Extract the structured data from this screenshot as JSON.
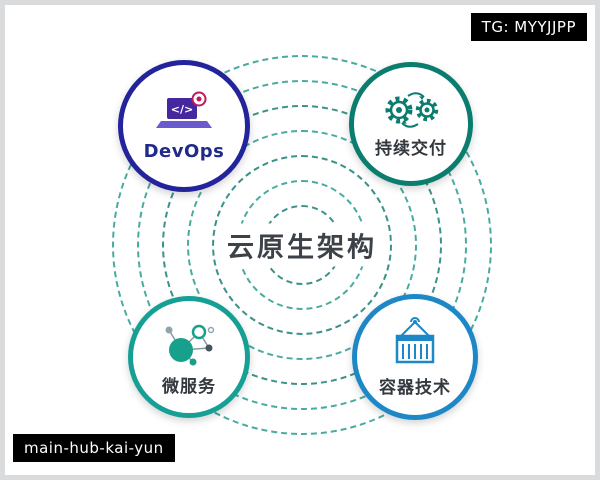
{
  "frame": {
    "background": "#ffffff",
    "border_color": "#d9dbdd"
  },
  "tags": {
    "top_right": "TG: MYYJJPP",
    "bottom_left": "main-hub-kai-yun"
  },
  "center": {
    "title": "云原生架构"
  },
  "nodes": {
    "devops": {
      "label": "DevOps",
      "ring_color": "#23239b",
      "icon": "laptop-code-icon"
    },
    "continuous": {
      "label": "持续交付",
      "ring_color": "#0b7d6e",
      "icon": "gears-cycle-icon"
    },
    "microservices": {
      "label": "微服务",
      "ring_color": "#16a095",
      "icon": "network-nodes-icon"
    },
    "container": {
      "label": "容器技术",
      "ring_color": "#1e88c7",
      "icon": "crane-container-icon"
    }
  },
  "rings": {
    "color": "#2a9d8f",
    "style": "dashed",
    "count": 7
  }
}
